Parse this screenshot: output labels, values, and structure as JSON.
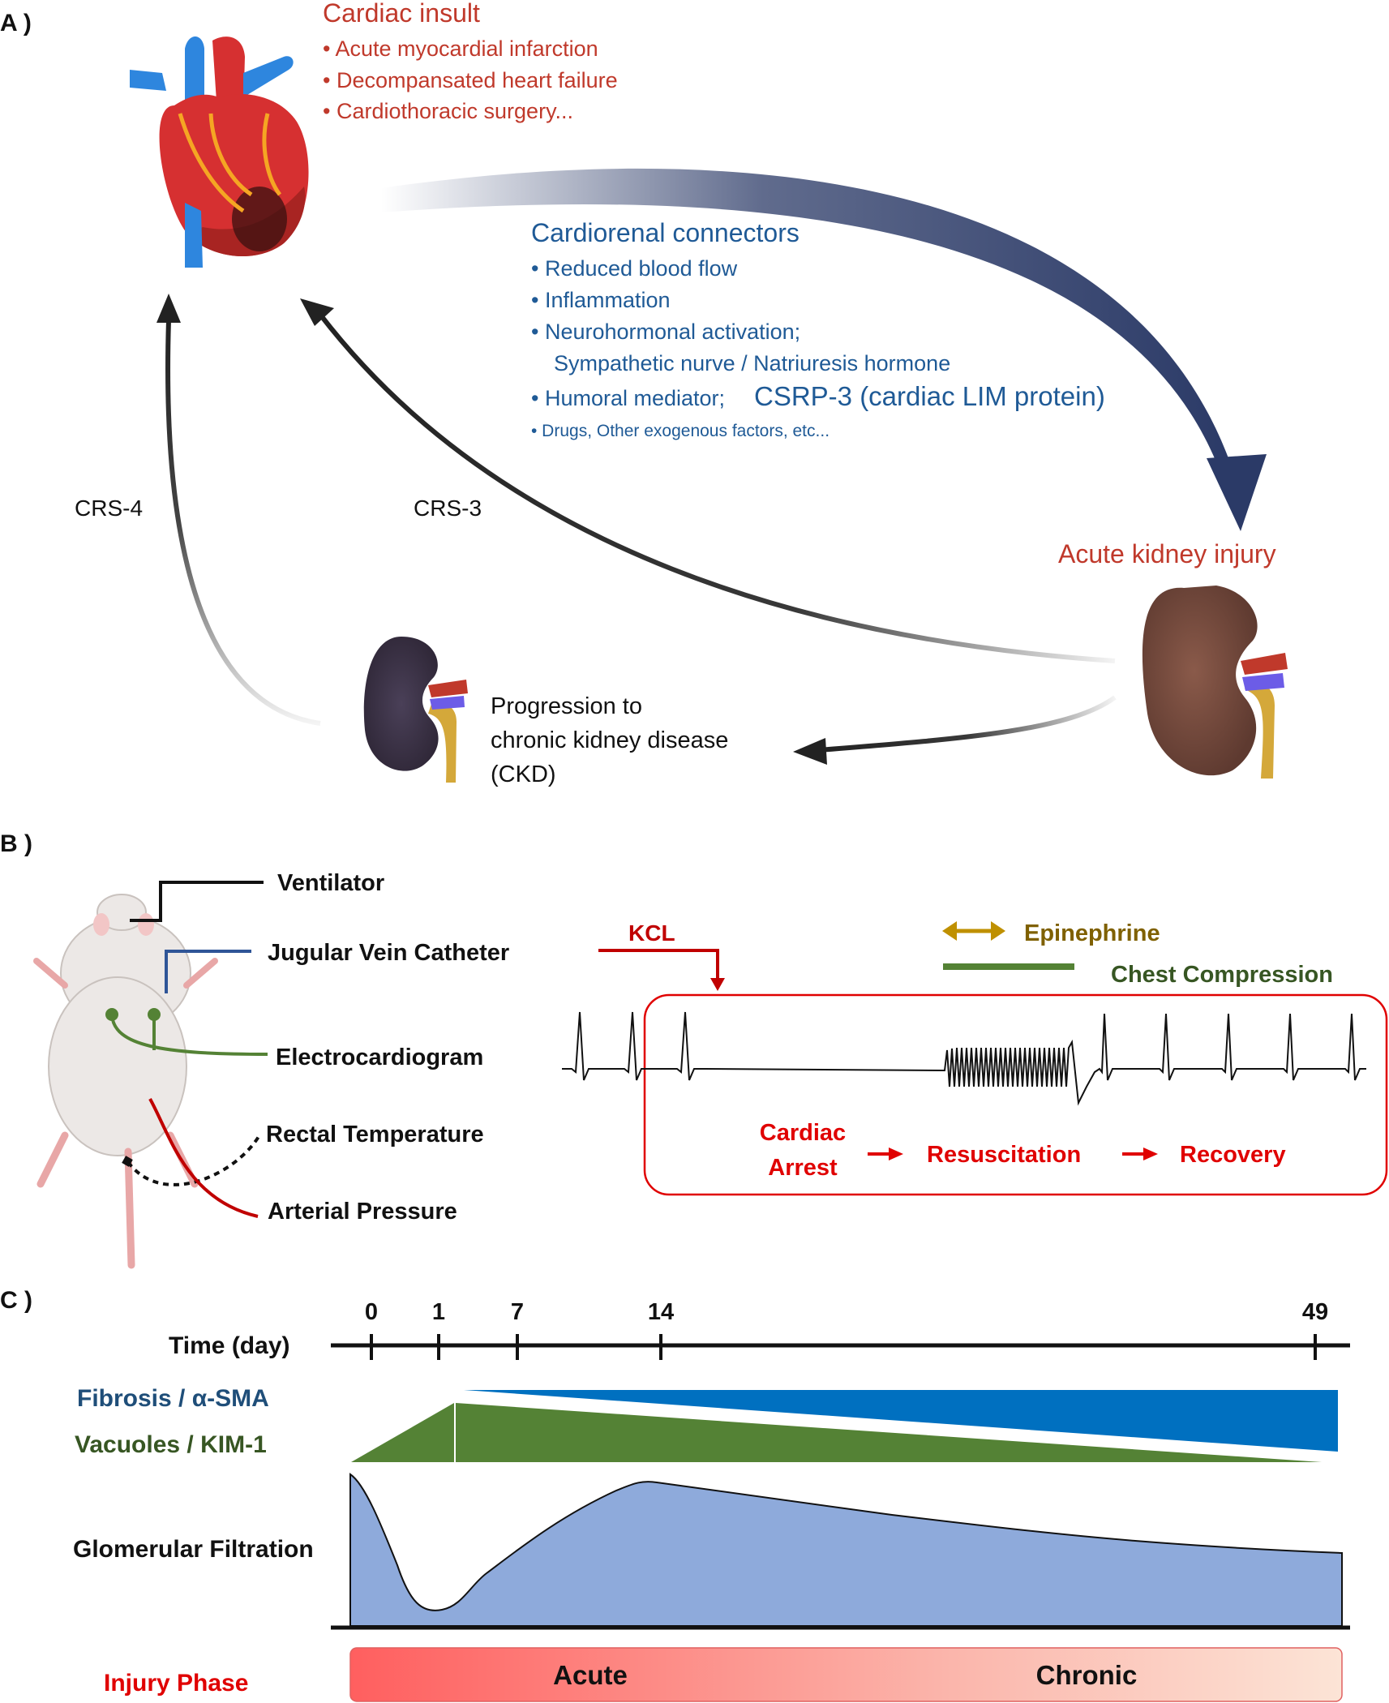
{
  "panelA": {
    "label": "A )",
    "insult_title": "Cardiac insult",
    "insult_items": [
      "• Acute myocardial infarction",
      "• Decompansated heart failure",
      "• Cardiothoracic surgery..."
    ],
    "connectors_title": "Cardiorenal connectors",
    "connector_1": "• Reduced blood flow",
    "connector_2": "• Inflammation",
    "connector_3": "• Neurohormonal  activation;",
    "connector_3b": "Sympathetic nurve / Natriuresis hormone",
    "connector_4a": "• Humoral mediator;",
    "connector_4b": "CSRP-3 (cardiac  LIM protein)",
    "connector_5": "• Drugs,  Other exogenous  factors, etc...",
    "aki": "Acute kidney injury",
    "crs4": "CRS-4",
    "crs3": "CRS-3",
    "ckd_lines": [
      "Progression to",
      "chronic kidney disease",
      "(CKD)"
    ]
  },
  "panelB": {
    "label": "B )",
    "ventilator": "Ventilator",
    "jugular": "Jugular Vein Catheter",
    "ecg": "Electrocardiogram",
    "rectal": "Rectal Temperature",
    "arterial": "Arterial Pressure",
    "kcl": "KCL",
    "epinephrine": "Epinephrine",
    "chest": "Chest Compression",
    "arrest_1": "Cardiac",
    "arrest_2": "Arrest",
    "resuscitation": "Resuscitation",
    "recovery": "Recovery"
  },
  "panelC": {
    "label": "C )",
    "time_label": "Time (day)",
    "ticks": [
      "0",
      "1",
      "7",
      "14",
      "49"
    ],
    "fibrosis": "Fibrosis / α-SMA",
    "vacuoles": "Vacuoles / KIM-1",
    "gfr": "Glomerular Filtration",
    "injury_phase": "Injury Phase",
    "acute": "Acute",
    "chronic": "Chronic"
  },
  "colors": {
    "red_text": "#c0392b",
    "blue_text": "#1f5a96",
    "navy": "#2b3a67",
    "green": "#548235",
    "blue_bar": "#0070c0",
    "gfr_fill": "#8eaadb",
    "bright_red": "#e00000",
    "olive": "#7f6000",
    "gold": "#bf9000"
  }
}
